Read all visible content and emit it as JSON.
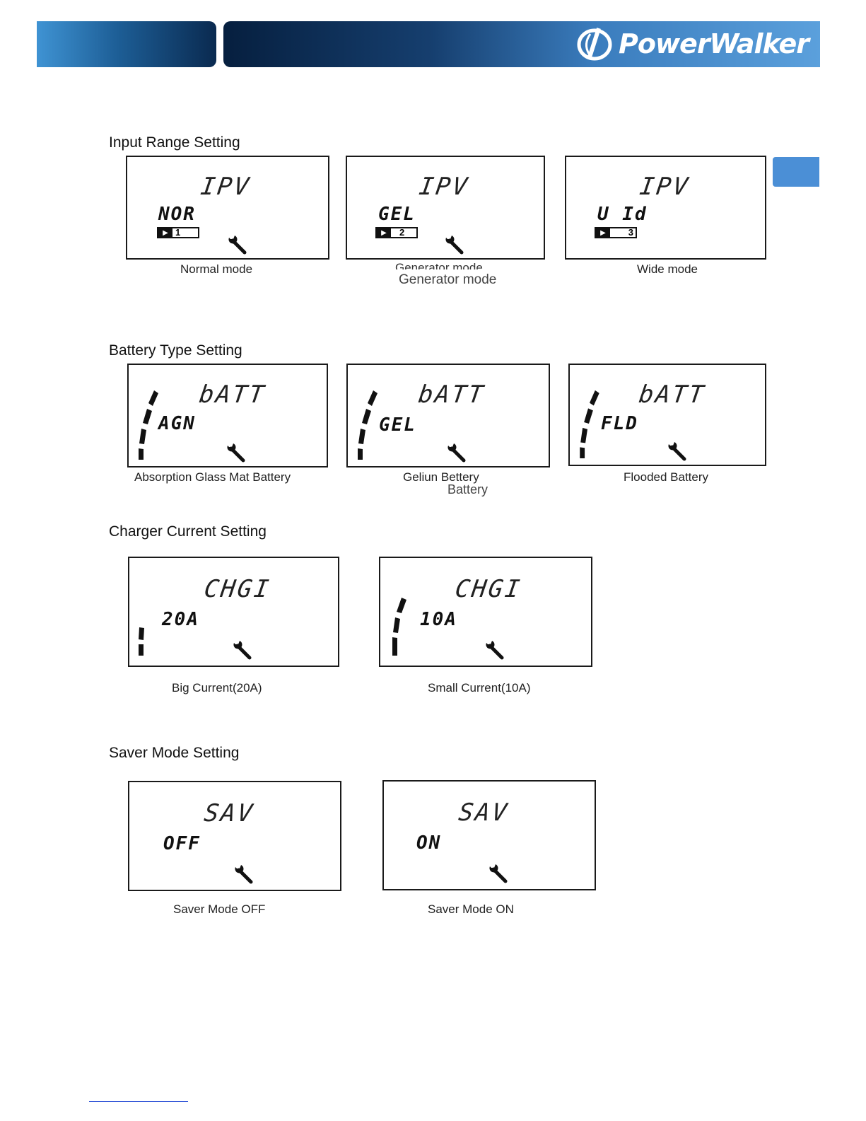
{
  "header": {
    "brand": "PowerWalker",
    "colors": {
      "dark": "#061f3f",
      "light": "#5ba0dc",
      "tab": "#4b8fd6"
    }
  },
  "sections": {
    "input_range": {
      "title": "Input Range Setting",
      "panels": [
        {
          "top": "IPV",
          "value": "NOR",
          "badge_num": "1",
          "caption": "Normal mode"
        },
        {
          "top": "IPV",
          "value": "GEL",
          "badge_num": "2",
          "caption": "Generator mode",
          "caption_repeat": "Generator mode"
        },
        {
          "top": "IPV",
          "value": "U Id",
          "badge_num": "3",
          "caption": "Wide mode"
        }
      ]
    },
    "battery_type": {
      "title": "Battery Type Setting",
      "panels": [
        {
          "top": "bATT",
          "value": "AGN",
          "caption": "Absorption Glass Mat Battery"
        },
        {
          "top": "bATT",
          "value": "GEL",
          "caption": "Geliun Bettery",
          "caption_repeat": "Battery"
        },
        {
          "top": "bATT",
          "value": "FLD",
          "caption": "Flooded Battery"
        }
      ]
    },
    "charger_current": {
      "title": "Charger Current Setting",
      "panels": [
        {
          "top": "CHGI",
          "value": "20A",
          "caption": "Big Current(20A)"
        },
        {
          "top": "CHGI",
          "value": "10A",
          "caption": "Small Current(10A)"
        }
      ]
    },
    "saver_mode": {
      "title": "Saver Mode Setting",
      "panels": [
        {
          "top": "SAV",
          "value": "OFF",
          "caption": "Saver Mode OFF"
        },
        {
          "top": "SAV",
          "value": "ON",
          "caption": "Saver Mode ON"
        }
      ]
    }
  },
  "icons": {
    "wrench": "wrench-icon",
    "plug": "plug-icon",
    "level": "level-bars-icon",
    "logo": "powerwalker-logo-icon"
  }
}
